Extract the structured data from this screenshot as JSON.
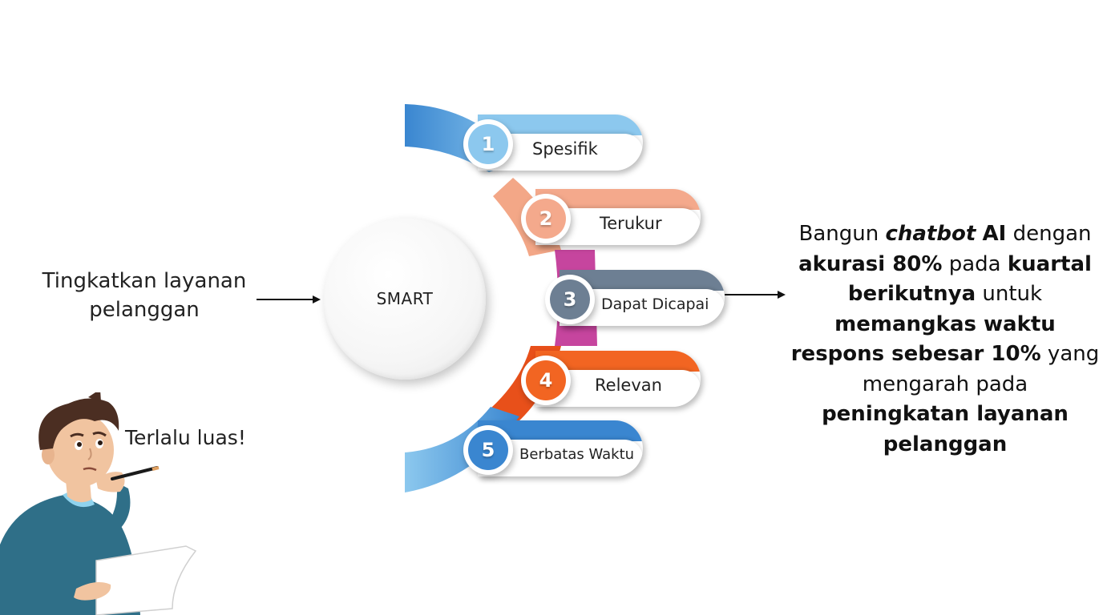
{
  "goal": {
    "line1": "Tingkatkan layanan",
    "line2": "pelanggan"
  },
  "hub": {
    "label": "SMART"
  },
  "steps": [
    {
      "number": "1",
      "label": "Spesifik",
      "color": "#8cc8ee",
      "dark": "#3a86d0"
    },
    {
      "number": "2",
      "label": "Terukur",
      "color": "#f4a98c",
      "dark": "#f2a07c"
    },
    {
      "number": "3",
      "label": "Dapat Dicapai",
      "color": "#6d7f93",
      "dark": "#c6459e"
    },
    {
      "number": "4",
      "label": "Relevan",
      "color": "#f26522",
      "dark": "#e8501a"
    },
    {
      "number": "5",
      "label": "Berbatas Waktu",
      "color": "#3a86d0",
      "dark": "#8cc8ee"
    }
  ],
  "objective": {
    "t1": "Bangun ",
    "b1": "chatbot",
    "t2": " ",
    "b2": "AI",
    "t3": " dengan",
    "b3": "akurasi 80%",
    "t4": " pada ",
    "b4": "kuartal",
    "b5": "berikutnya",
    "t5": " untuk",
    "b6": "memangkas waktu",
    "b7": "respons sebesar 10%",
    "t6": " yang",
    "t7": "mengarah pada",
    "b8": "peningkatan layanan",
    "b9": "pelanggan"
  },
  "speech": {
    "text": "Terlalu luas!"
  }
}
